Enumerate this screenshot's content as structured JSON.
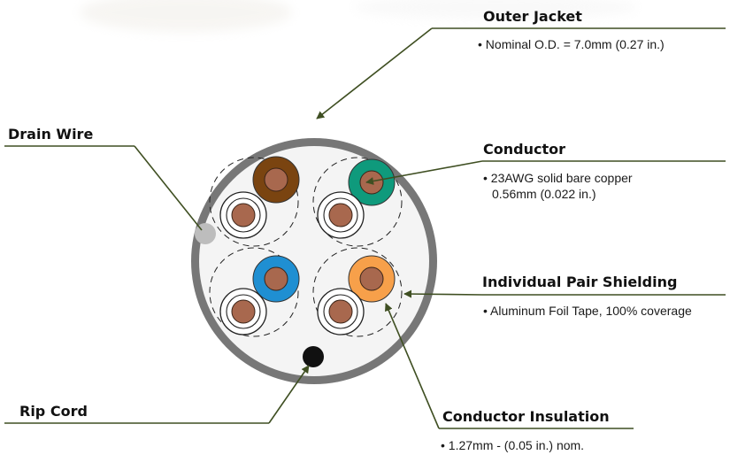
{
  "callouts": {
    "outer_jacket": {
      "title": "Outer Jacket",
      "details": [
        "• Nominal O.D. = 7.0mm (0.27 in.)"
      ]
    },
    "drain_wire": {
      "title": "Drain Wire",
      "details": []
    },
    "conductor": {
      "title": "Conductor",
      "details": [
        "• 23AWG solid bare copper",
        "0.56mm (0.022 in.)"
      ]
    },
    "pair_shielding": {
      "title": "Individual Pair Shielding",
      "details": [
        "• Aluminum Foil Tape, 100% coverage"
      ]
    },
    "rip_cord": {
      "title": "Rip Cord",
      "details": []
    },
    "conductor_insulation": {
      "title": "Conductor Insulation",
      "details": [
        "• 1.27mm - (0.05 in.) nom."
      ]
    }
  },
  "colors": {
    "leader_line": "#3f4f22",
    "jacket": "#777777",
    "core_fill": "#f4f4f4",
    "copper": "#a8684e",
    "pair_brown": "#7a4410",
    "pair_green": "#0f9a7c",
    "pair_blue": "#1f8fd2",
    "pair_orange": "#f7a04a",
    "drain_wire": "#bdbdbd",
    "rip_cord": "#111111"
  }
}
